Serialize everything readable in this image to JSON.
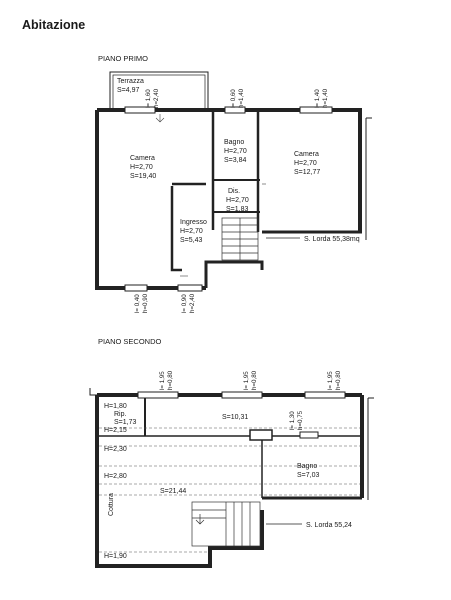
{
  "page_title": "Abitazione",
  "floor1": {
    "label": "PIANO PRIMO",
    "terrazza": {
      "name": "Terrazza",
      "area": "S=4,97"
    },
    "camera1": {
      "name": "Camera",
      "height": "H=2,70",
      "area": "S=19,40"
    },
    "bagno": {
      "name": "Bagno",
      "height": "H=2,70",
      "area": "S=3,84"
    },
    "camera2": {
      "name": "Camera",
      "height": "H=2,70",
      "area": "S=12,77"
    },
    "dis": {
      "name": "Dis.",
      "height": "H=2,70",
      "area": "S=1,83"
    },
    "ingresso": {
      "name": "Ingresso",
      "height": "H=2,70",
      "area": "S=5,43"
    },
    "lorda": "S. Lorda 55,38mq",
    "openings": [
      {
        "l": "l= 1,60",
        "h": "h=2,40"
      },
      {
        "l": "l= 0,60",
        "h": "h=1,40"
      },
      {
        "l": "l= 1,40",
        "h": "h=1,40"
      },
      {
        "l": "l= 0,40",
        "h": "h=0,90"
      },
      {
        "l": "l= 0,90",
        "h": "h=2,40"
      }
    ]
  },
  "floor2": {
    "label": "PIANO SECONDO",
    "rip": {
      "h1": "H=1,80",
      "name": "Rip.",
      "area": "S=1,73",
      "h2": "H=2,15"
    },
    "room_area": "S=10,31",
    "h230": "H=2,30",
    "h280": "H=2,80",
    "bagno": {
      "name": "Bagno",
      "area": "S=7,03"
    },
    "main_area": "S=21,44",
    "cottura": "Cottura",
    "h190": "H=1,90",
    "lorda": "S. Lorda 55,24",
    "openings": [
      {
        "l": "l= 1,95",
        "h": "h=0,80"
      },
      {
        "l": "l= 1,95",
        "h": "h=0,80"
      },
      {
        "l": "l= 1,95",
        "h": "h=0,80"
      },
      {
        "l": "l= 1,30",
        "h": "h=0,75"
      }
    ]
  }
}
